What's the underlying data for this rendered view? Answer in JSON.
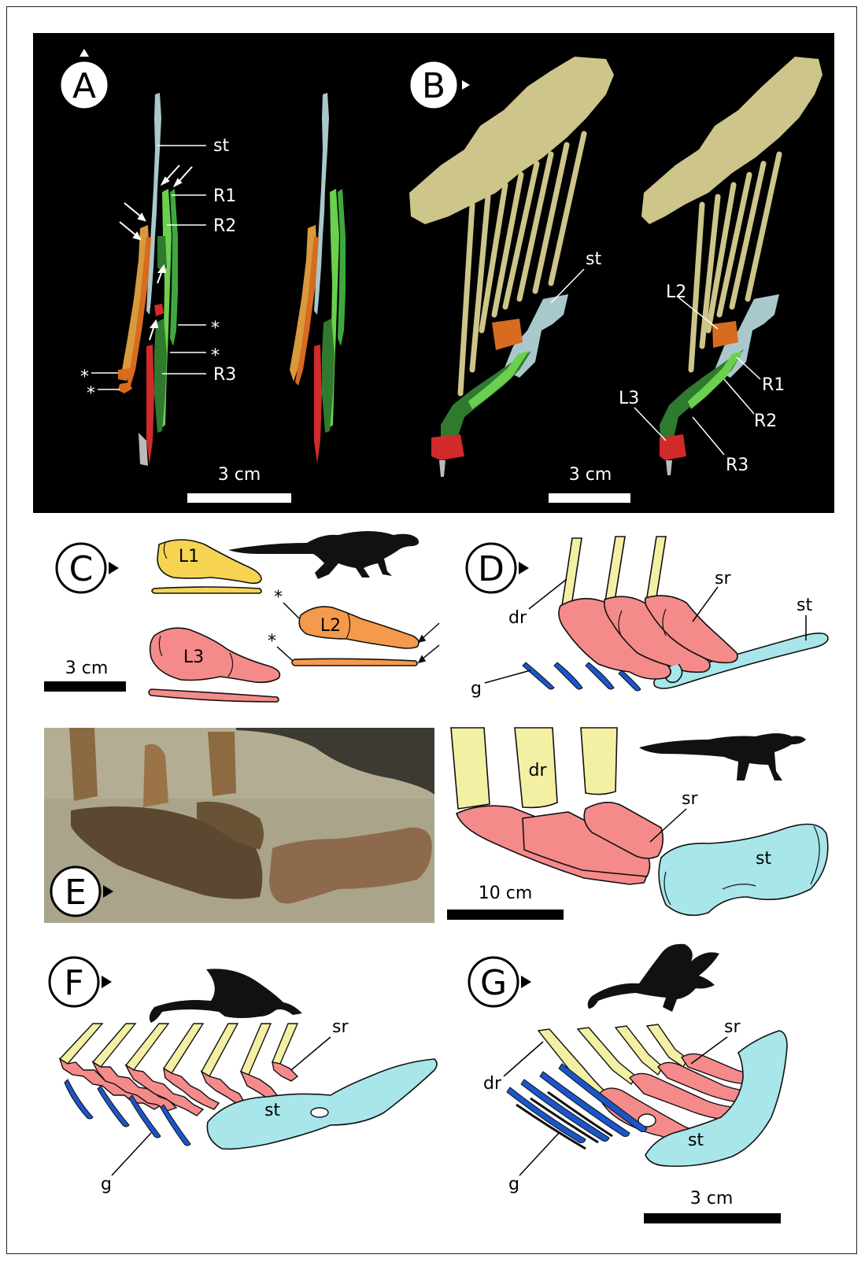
{
  "panels": {
    "A": {
      "letter": "A",
      "labels": {
        "st": "st",
        "r1": "R1",
        "r2": "R2",
        "r3": "R3",
        "ast1": "*",
        "ast2": "*",
        "ast3": "*",
        "ast4": "*"
      },
      "scale": "3 cm"
    },
    "B": {
      "letter": "B",
      "labels": {
        "st": "st",
        "l2": "L2",
        "r1": "R1",
        "r2": "R2",
        "l3": "L3",
        "r3": "R3"
      },
      "scale": "3 cm"
    },
    "C": {
      "letter": "C",
      "labels": {
        "l1": "L1",
        "l2": "L2",
        "l3": "L3",
        "ast1": "*",
        "ast2": "*"
      },
      "scale": "3 cm"
    },
    "D": {
      "letter": "D",
      "labels": {
        "dr": "dr",
        "sr": "sr",
        "st": "st",
        "g": "g"
      }
    },
    "E": {
      "letter": "E",
      "labels": {
        "dr": "dr",
        "sr": "sr",
        "st": "st"
      },
      "scale": "10 cm"
    },
    "F": {
      "letter": "F",
      "labels": {
        "sr": "sr",
        "st": "st",
        "g": "g"
      }
    },
    "G": {
      "letter": "G",
      "labels": {
        "dr": "dr",
        "sr": "sr",
        "st": "st",
        "g": "g"
      },
      "scale": "3 cm"
    }
  },
  "colors": {
    "sternum": "#a8e6ea",
    "sternal_rib": "#f58a8a",
    "dorsal_rib": "#f3f0a4",
    "gastralia": "#1a55c9",
    "l1": "#f6d451",
    "l2": "#f59a4c",
    "ct_sternum": "#a9c8cc",
    "ct_vertebra": "#cdc58a",
    "ct_green_light": "#6bd04d",
    "ct_green_dark": "#2f7a2f",
    "ct_red": "#d02a2a",
    "ct_orange": "#d76b1f"
  }
}
